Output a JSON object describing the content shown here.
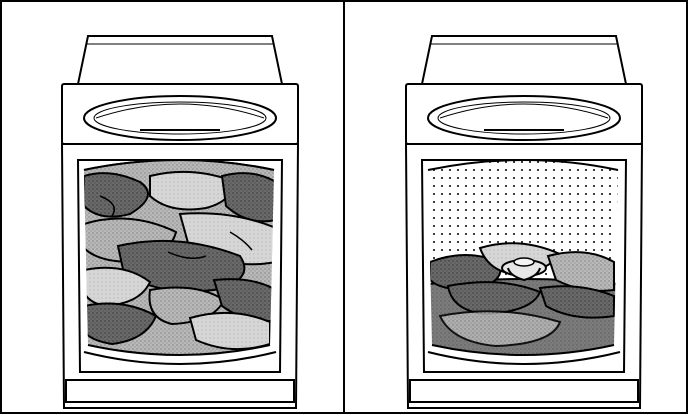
{
  "figure": {
    "panels": [
      {
        "id": "left",
        "subject": "top-load-washer-cutaway",
        "state": "tub-filled-with-loose-laundry"
      },
      {
        "id": "right",
        "subject": "top-load-washer-cutaway",
        "state": "laundry-settled-in-water-around-agitator-cap"
      }
    ],
    "colors": {
      "outline": "#000000",
      "background": "#ffffff",
      "laundry_light": "#c8c8c8",
      "laundry_mid": "#9a9a9a",
      "laundry_dark": "#5e5e5e",
      "water": "#7a7a7a",
      "dot_pattern": "#000000"
    }
  }
}
